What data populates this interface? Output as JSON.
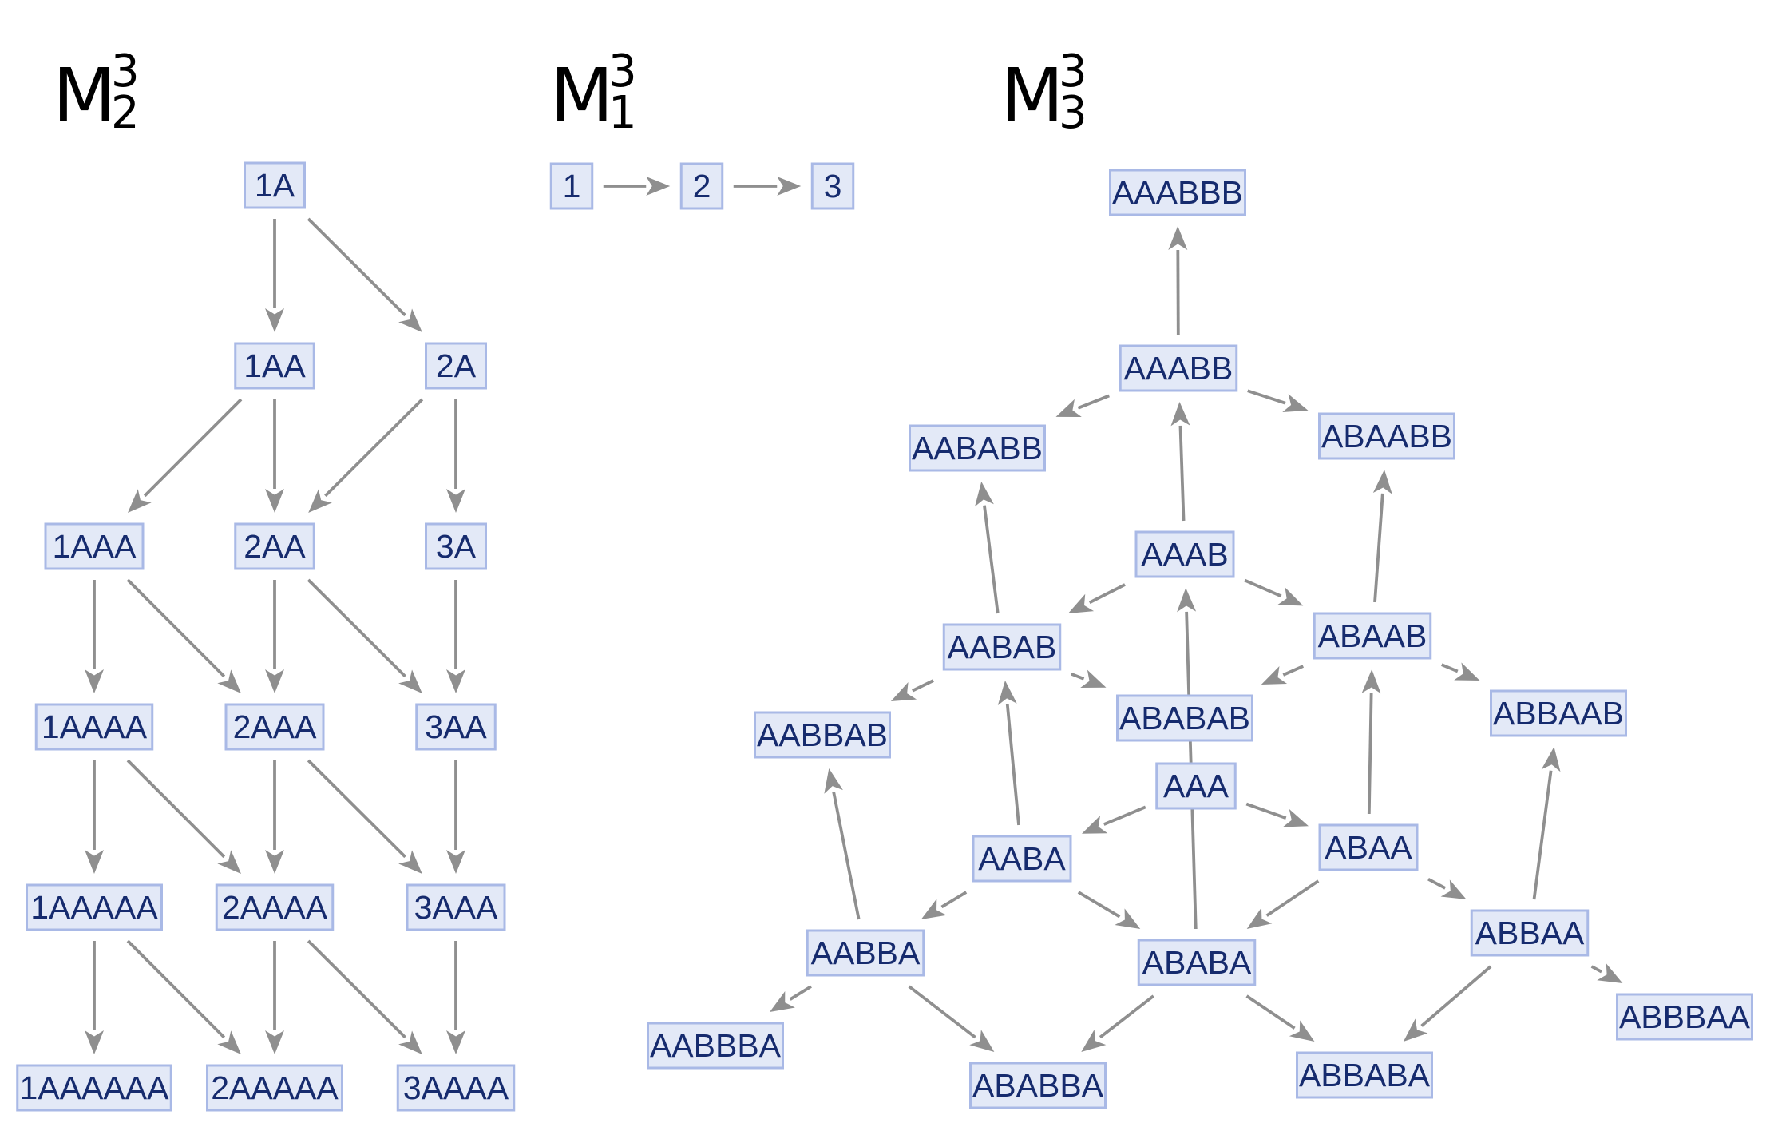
{
  "titles": [
    {
      "id": "m23",
      "base": "M",
      "sup": "3",
      "sub": "2"
    },
    {
      "id": "m13",
      "base": "M",
      "sup": "3",
      "sub": "1"
    },
    {
      "id": "m33",
      "base": "M",
      "sup": "3",
      "sub": "3"
    }
  ],
  "graphs": [
    {
      "id": "m23",
      "nodes": [
        "1A",
        "1AA",
        "2A",
        "1AAA",
        "2AA",
        "3A",
        "1AAAA",
        "2AAA",
        "3AA",
        "1AAAAA",
        "2AAAA",
        "3AAA",
        "1AAAAAA",
        "2AAAAA",
        "3AAAA"
      ],
      "edges": [
        [
          "1A",
          "1AA"
        ],
        [
          "1A",
          "2A"
        ],
        [
          "1AA",
          "1AAA"
        ],
        [
          "1AA",
          "2AA"
        ],
        [
          "2A",
          "2AA"
        ],
        [
          "2A",
          "3A"
        ],
        [
          "1AAA",
          "1AAAA"
        ],
        [
          "1AAA",
          "2AAA"
        ],
        [
          "2AA",
          "2AAA"
        ],
        [
          "2AA",
          "3AA"
        ],
        [
          "3A",
          "3AA"
        ],
        [
          "1AAAA",
          "1AAAAA"
        ],
        [
          "1AAAA",
          "2AAAA"
        ],
        [
          "2AAA",
          "2AAAA"
        ],
        [
          "2AAA",
          "3AAA"
        ],
        [
          "3AA",
          "3AAA"
        ],
        [
          "1AAAAA",
          "1AAAAAA"
        ],
        [
          "1AAAAA",
          "2AAAAA"
        ],
        [
          "2AAAA",
          "2AAAAA"
        ],
        [
          "2AAAA",
          "3AAAA"
        ],
        [
          "3AAA",
          "3AAAA"
        ]
      ]
    },
    {
      "id": "m13",
      "nodes": [
        "1",
        "2",
        "3"
      ],
      "edges": [
        [
          "1",
          "2"
        ],
        [
          "2",
          "3"
        ]
      ]
    },
    {
      "id": "m33",
      "nodes": [
        "AAABBB",
        "AAABB",
        "AABABB",
        "ABAABB",
        "AAAB",
        "AABAB",
        "ABAAB",
        "AABBAB",
        "ABABAB",
        "ABBAAB",
        "AAA",
        "AABA",
        "ABAA",
        "AABBA",
        "ABABA",
        "ABBAA",
        "AABBBA",
        "ABABBA",
        "ABBABA",
        "ABBBAA"
      ],
      "edges": [
        [
          "AAA",
          "AABA"
        ],
        [
          "AAA",
          "ABAA"
        ],
        [
          "AABA",
          "AABBA"
        ],
        [
          "AABA",
          "ABABA"
        ],
        [
          "AABA",
          "AABAB"
        ],
        [
          "ABAA",
          "ABABA"
        ],
        [
          "ABAA",
          "ABBAA"
        ],
        [
          "ABAA",
          "ABAAB"
        ],
        [
          "AABBA",
          "AABBBA"
        ],
        [
          "AABBA",
          "ABABBA"
        ],
        [
          "AABBA",
          "AABBAB"
        ],
        [
          "ABABA",
          "ABABBA"
        ],
        [
          "ABABA",
          "ABBABA"
        ],
        [
          "ABABA",
          "AAAB"
        ],
        [
          "ABBAA",
          "ABBABA"
        ],
        [
          "ABBAA",
          "ABBBAA"
        ],
        [
          "ABBAA",
          "ABBAAB"
        ],
        [
          "AAAB",
          "AABAB"
        ],
        [
          "AAAB",
          "ABAAB"
        ],
        [
          "AAAB",
          "AAABB"
        ],
        [
          "AABAB",
          "AABBAB"
        ],
        [
          "AABAB",
          "ABABAB"
        ],
        [
          "AABAB",
          "AABABB"
        ],
        [
          "ABAAB",
          "ABABAB"
        ],
        [
          "ABAAB",
          "ABBAAB"
        ],
        [
          "ABAAB",
          "ABAABB"
        ],
        [
          "AAABB",
          "AABABB"
        ],
        [
          "AAABB",
          "ABAABB"
        ],
        [
          "AAABB",
          "AAABBB"
        ]
      ]
    }
  ]
}
